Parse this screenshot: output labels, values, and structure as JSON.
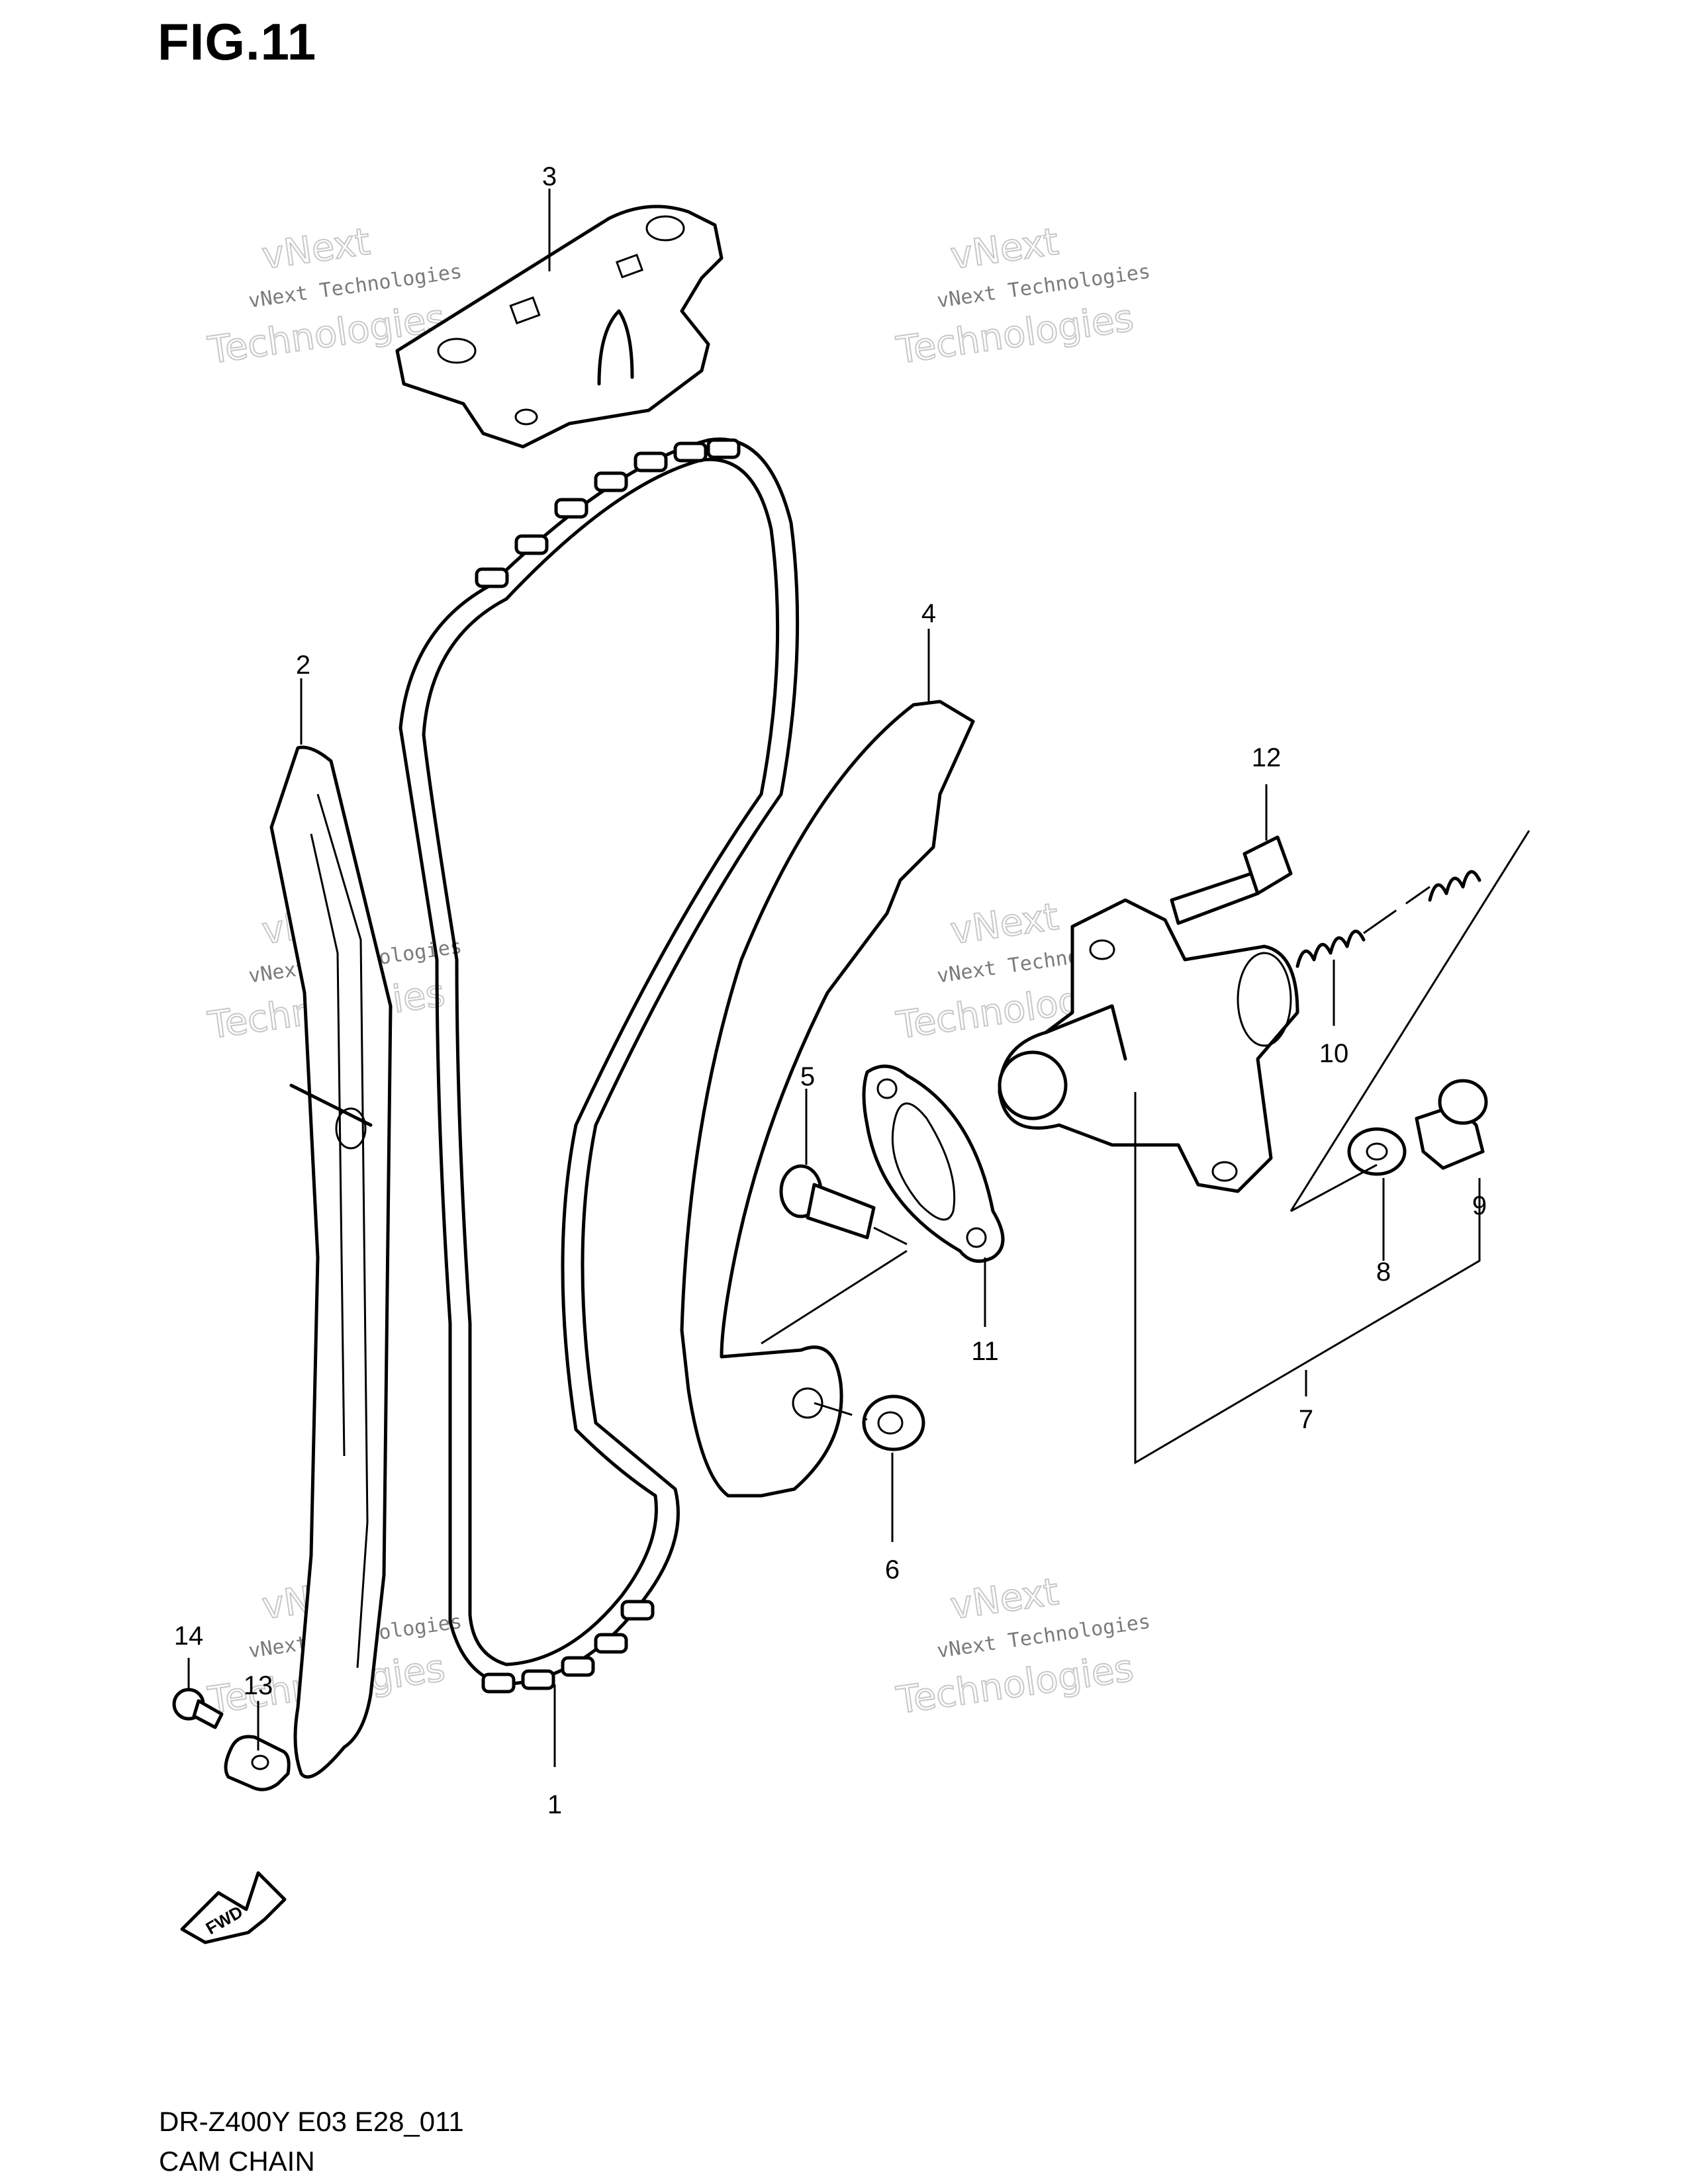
{
  "figure": {
    "title": "FIG.11",
    "model_code": "DR-Z400Y E03 E28_011",
    "name": "CAM CHAIN"
  },
  "callouts": [
    "1",
    "2",
    "3",
    "4",
    "5",
    "6",
    "7",
    "8",
    "9",
    "10",
    "11",
    "12",
    "13",
    "14"
  ],
  "watermark": {
    "line1": "vNext",
    "line2": "vNext Technologies",
    "line3": "Technologies"
  },
  "fwd_label": "FWD"
}
